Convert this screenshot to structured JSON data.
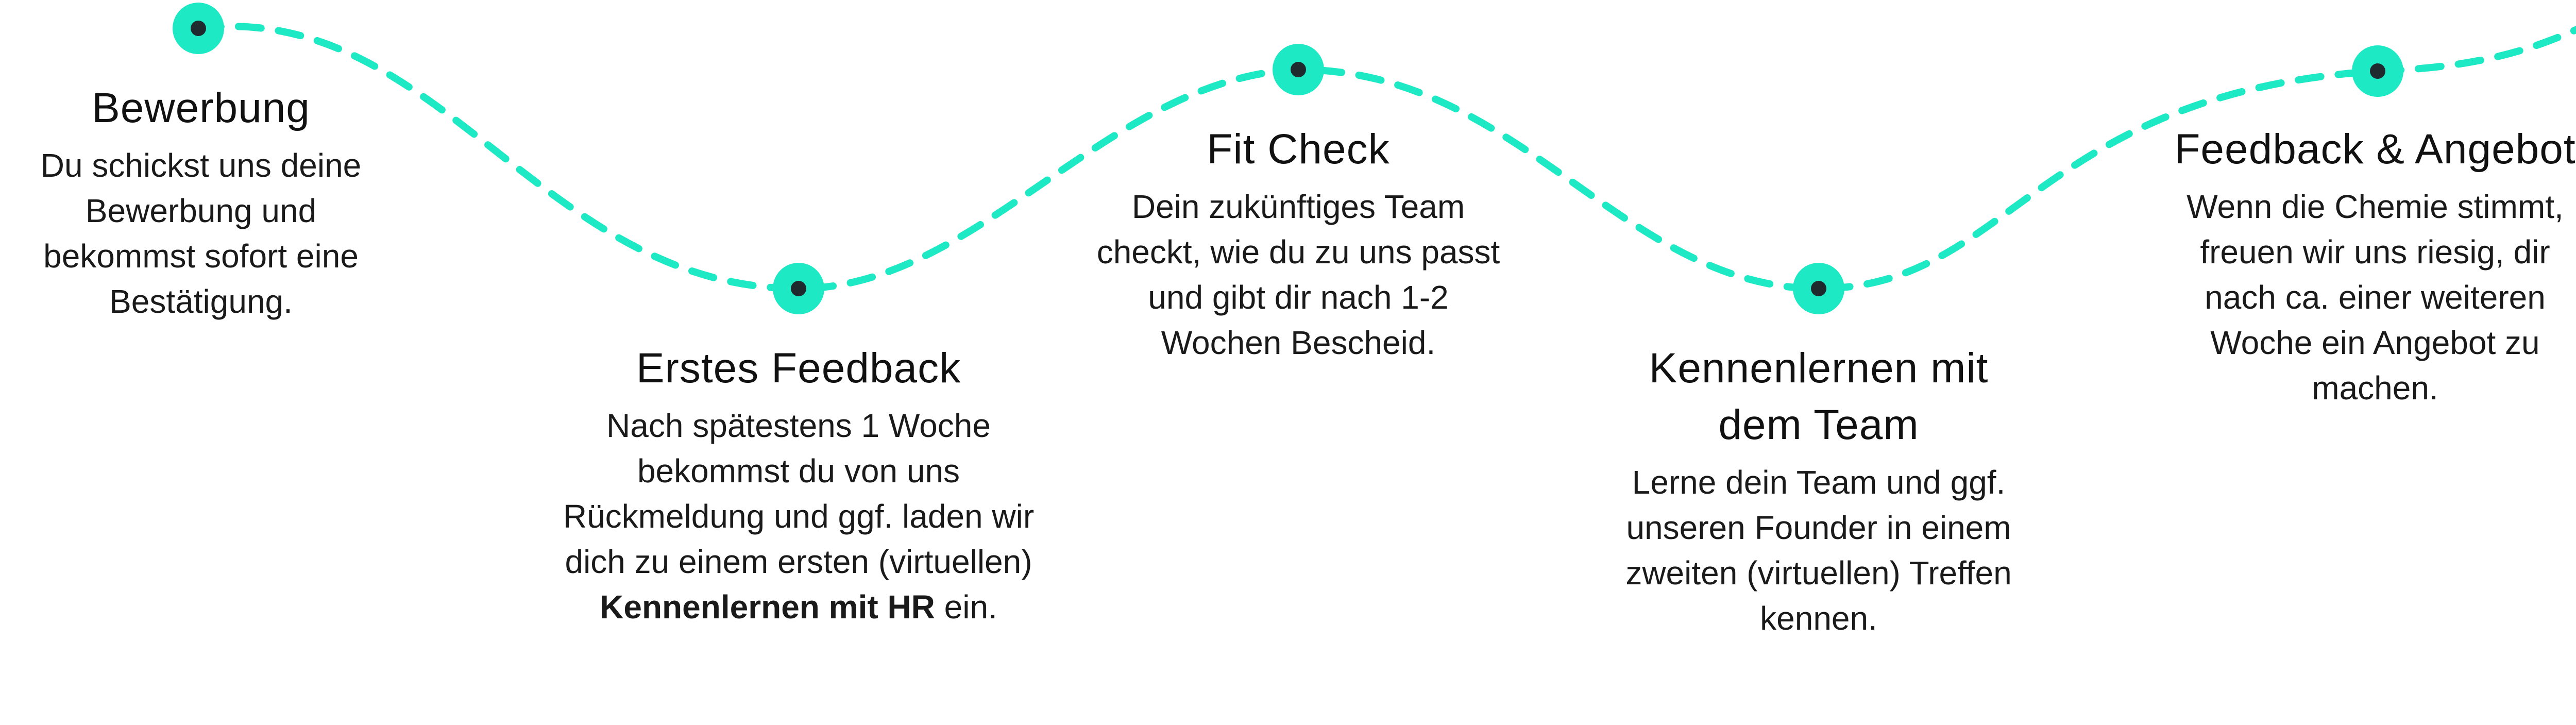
{
  "colors": {
    "accent": "#1de9c4",
    "dot_center": "#1f2a2e",
    "text": "#1a1a1a"
  },
  "arrow_icon": "triangle-arrow-right-icon",
  "steps": [
    {
      "title": "Bewerbung",
      "description": "Du schickst uns deine Bewerbung und bekommst sofort eine Bestätigung."
    },
    {
      "title": "Erstes Feedback",
      "description": "Nach spätestens 1 Woche bekommst du von uns Rückmeldung und ggf. laden wir dich zu einem ersten (virtuellen)",
      "description_bold": "Kennenlernen mit HR",
      "description_end": "ein."
    },
    {
      "title": "Fit Check",
      "description": "Dein zukünftiges Team checkt, wie du zu uns passt und gibt dir nach 1-2 Wochen Bescheid."
    },
    {
      "title": "Kennenlernen mit dem Team",
      "description": "Lerne dein Team und ggf. unseren Founder in einem zweiten (virtuellen) Treffen kennen."
    },
    {
      "title": "Feedback & Angebot",
      "description": "Wenn die Chemie stimmt, freuen wir uns riesig, dir nach ca. einer weiteren Woche ein Angebot zu machen."
    }
  ]
}
